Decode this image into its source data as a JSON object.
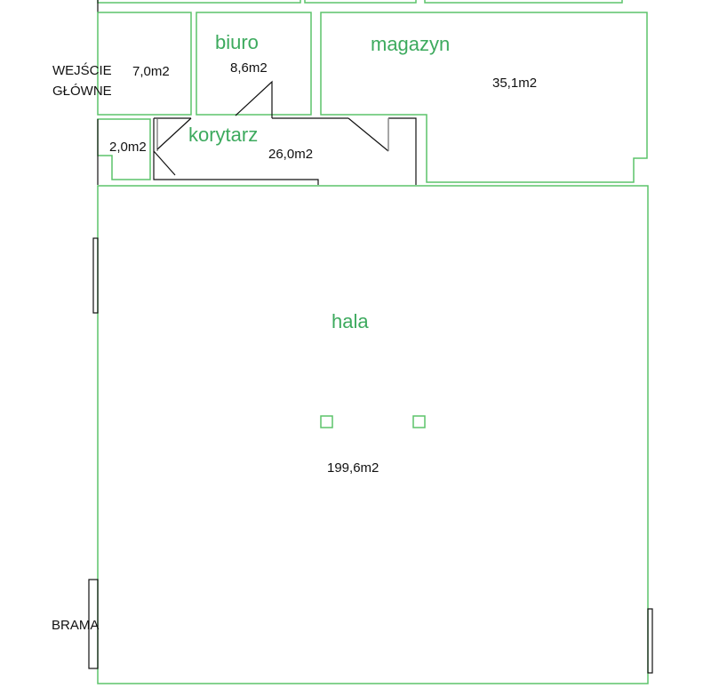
{
  "colors": {
    "wall": "#5cc46a",
    "room_name": "#3daa5e",
    "text": "#111111"
  },
  "labels": {
    "entrance_line1": "WEJŚCIE",
    "entrance_line2": "GŁÓWNE",
    "gate": "BRAMA"
  },
  "rooms": {
    "entrance": {
      "area": "7,0m2"
    },
    "office": {
      "name": "biuro",
      "area": "8,6m2"
    },
    "storage": {
      "name": "magazyn",
      "area": "35,1m2"
    },
    "corridor": {
      "name": "korytarz",
      "area": "26,0m2"
    },
    "small_room": {
      "area": "2,0m2"
    },
    "hall": {
      "name": "hala",
      "area": "199,6m2"
    }
  }
}
